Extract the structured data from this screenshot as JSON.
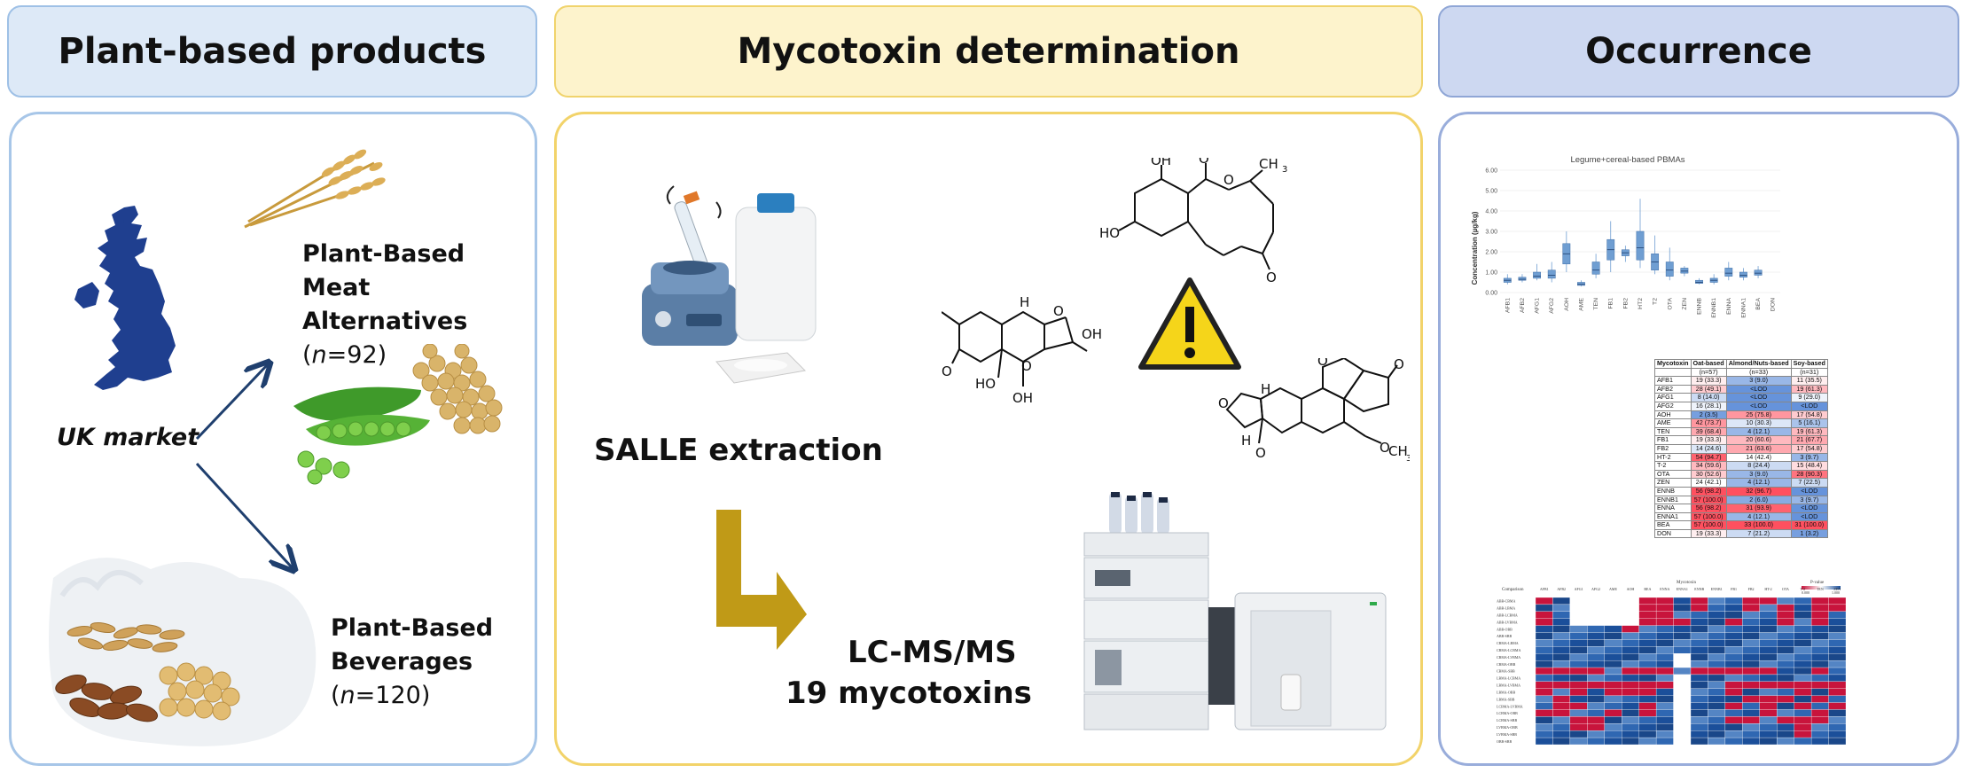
{
  "headers": {
    "products": "Plant-based products",
    "determination": "Mycotoxin determination",
    "occurrence": "Occurrence"
  },
  "products": {
    "market": "UK market",
    "pbma_label": [
      "Plant-Based",
      "Meat",
      "Alternatives"
    ],
    "pbma_n": "=92)",
    "pbb_label": [
      "Plant-Based",
      "Beverages"
    ],
    "pbb_n": "=120)",
    "n_prefix": "(",
    "n_letter": "n"
  },
  "determination": {
    "extraction": "SALLE extraction",
    "method_line1": "LC-MS/MS",
    "method_line2": "19 mycotoxins"
  },
  "colors": {
    "blue_header": "#dde9f7",
    "yellow_header": "#fdf3cc",
    "blue2_header": "#cdd8f1",
    "arrow_blue": "#1f3f6e",
    "arrow_gold": "#c09a17",
    "uk_map": "#1f3f8f",
    "box_blue": "#6f9ed2",
    "heat_red": "#c8143c",
    "heat_blue": "#1b4f9a",
    "warning_yellow": "#f5d51a"
  },
  "chart_data": {
    "type": "box",
    "title": "Legume+cereal-based PBMAs",
    "ylabel": "Concentration (µg/kg)",
    "ylim": [
      0,
      6
    ],
    "yticks": [
      "0.00",
      "1.00",
      "2.00",
      "3.00",
      "4.00",
      "5.00",
      "6.00"
    ],
    "categories": [
      "AFB1",
      "AFB2",
      "AFG1",
      "AFG2",
      "AOH",
      "AME",
      "TEN",
      "FB1",
      "FB2",
      "HT2",
      "T2",
      "OTA",
      "ZEN",
      "ENNB",
      "ENNB1",
      "ENNA",
      "ENNA1",
      "BEA",
      "DON"
    ],
    "series": [
      {
        "min": [
          0.4,
          0.5,
          0.6,
          0.5,
          1.0,
          0.3,
          0.7,
          1.0,
          1.5,
          1.2,
          0.9,
          0.6,
          0.8,
          0.4,
          0.4,
          0.6,
          0.6,
          0.7,
          null
        ],
        "q1": [
          0.5,
          0.6,
          0.7,
          0.7,
          1.4,
          0.35,
          0.9,
          1.6,
          1.8,
          1.6,
          1.1,
          0.8,
          0.95,
          0.45,
          0.5,
          0.8,
          0.75,
          0.85,
          null
        ],
        "median": [
          0.6,
          0.65,
          0.8,
          0.85,
          1.9,
          0.4,
          1.1,
          2.1,
          1.95,
          2.2,
          1.5,
          1.1,
          1.05,
          0.5,
          0.6,
          0.95,
          0.85,
          0.95,
          null
        ],
        "q3": [
          0.7,
          0.75,
          1.0,
          1.1,
          2.4,
          0.5,
          1.5,
          2.6,
          2.1,
          3.0,
          1.9,
          1.5,
          1.2,
          0.6,
          0.7,
          1.2,
          1.0,
          1.1,
          null
        ],
        "max": [
          0.9,
          0.9,
          1.4,
          1.5,
          3.0,
          0.6,
          1.9,
          3.5,
          2.3,
          4.6,
          2.8,
          2.2,
          1.3,
          0.7,
          0.9,
          1.5,
          1.2,
          1.3,
          null
        ]
      }
    ]
  },
  "table": {
    "headers": [
      "Mycotoxin",
      "Oat-based",
      "Almond/Nuts-based",
      "Soy-based"
    ],
    "subheaders": [
      "",
      "(n=57)",
      "(n=33)",
      "(n=31)"
    ],
    "rows": [
      [
        "AFB1",
        "19 (33.3)",
        "3 (9.0)",
        "11 (35.5)"
      ],
      [
        "AFB2",
        "28 (49.1)",
        "<LOD",
        "19 (61.3)"
      ],
      [
        "AFG1",
        "8 (14.0)",
        "<LOD",
        "9 (29.0)"
      ],
      [
        "AFG2",
        "16 (28.1)",
        "<LOD",
        "<LOD"
      ],
      [
        "AOH",
        "2 (3.5)",
        "25 (75.8)",
        "17 (54.8)"
      ],
      [
        "AME",
        "42 (73.7)",
        "10 (30.3)",
        "5 (16.1)"
      ],
      [
        "TEN",
        "39 (68.4)",
        "4 (12.1)",
        "19 (61.3)"
      ],
      [
        "FB1",
        "19 (33.3)",
        "20 (60.6)",
        "21 (67.7)"
      ],
      [
        "FB2",
        "14 (24.6)",
        "21 (63.6)",
        "17 (54.8)"
      ],
      [
        "HT-2",
        "54 (94.7)",
        "14 (42.4)",
        "3 (9.7)"
      ],
      [
        "T-2",
        "34 (59.6)",
        "8 (24.4)",
        "15 (48.4)"
      ],
      [
        "OTA",
        "30 (52.6)",
        "3 (9.0)",
        "28 (90.3)"
      ],
      [
        "ZEN",
        "24 (42.1)",
        "4 (12.1)",
        "7 (22.5)"
      ],
      [
        "ENNB",
        "56 (98.2)",
        "32 (96.7)",
        "<LOD"
      ],
      [
        "ENNB1",
        "57 (100.0)",
        "2 (6.0)",
        "3 (9.7)"
      ],
      [
        "ENNA",
        "56 (98.2)",
        "31 (93.9)",
        "<LOD"
      ],
      [
        "ENNA1",
        "57 (100.0)",
        "4 (12.1)",
        "<LOD"
      ],
      [
        "BEA",
        "57 (100.0)",
        "33 (100.0)",
        "31 (100.0)"
      ],
      [
        "DON",
        "19 (33.3)",
        "7 (21.2)",
        "1 (3.2)"
      ]
    ],
    "cell_levels": [
      [
        0.1,
        -0.6,
        0.1
      ],
      [
        0.3,
        -0.9,
        0.4
      ],
      [
        -0.3,
        -0.9,
        -0.1
      ],
      [
        -0.1,
        -0.9,
        -0.9
      ],
      [
        -0.8,
        0.6,
        0.3
      ],
      [
        0.6,
        -0.2,
        -0.5
      ],
      [
        0.5,
        -0.6,
        0.4
      ],
      [
        0.1,
        0.4,
        0.5
      ],
      [
        -0.2,
        0.5,
        0.3
      ],
      [
        0.9,
        0.0,
        -0.6
      ],
      [
        0.4,
        -0.3,
        0.2
      ],
      [
        0.3,
        -0.6,
        0.8
      ],
      [
        0.0,
        -0.6,
        -0.3
      ],
      [
        1.0,
        1.0,
        -0.9
      ],
      [
        1.0,
        -0.7,
        -0.6
      ],
      [
        1.0,
        0.9,
        -0.9
      ],
      [
        1.0,
        -0.6,
        -0.9
      ],
      [
        1.0,
        1.0,
        1.0
      ],
      [
        0.1,
        -0.3,
        -0.8
      ]
    ]
  },
  "heatmap": {
    "col_title": "Mycotoxin",
    "comparison_label": "Comparison",
    "pvalue_label": "P-value",
    "scale": [
      "0.000",
      "1.000"
    ],
    "columns": [
      "AFB1",
      "AFB2",
      "AFG1",
      "AFG2",
      "AME",
      "AOH",
      "BEA",
      "ENNA",
      "ENNA1",
      "ENNB",
      "ENNB1",
      "FB1",
      "FB2",
      "HT-2",
      "OTA",
      "T-2",
      "TEN",
      "ZEN"
    ],
    "rows": [
      "ABB-CBMA",
      "ABB-LBMA",
      "ABB-LCBMA",
      "ABB-LVBMA",
      "ABB-OBB",
      "ABB-SBB",
      "CBMA-LBMA",
      "CBMA-LCBMA",
      "CBMA-LVBMA",
      "CBMA-OBB",
      "CBMA-SBB",
      "LBMA-LCBMA",
      "LBMA-LVBMA",
      "LBMA-OBB",
      "LBMA-SBB",
      "LCBMA-LVBMA",
      "LCBMA-OBB",
      "LCBMA-SBB",
      "LVBMA-OBB",
      "LVBMA-SBB",
      "OBB-SBB"
    ],
    "matrix": [
      "RBWWWWRRBRBBRRBBRR",
      "BBWWWWRRBRBBRBRBRR",
      "RBWWWWRRBBBBBBRBRB",
      "RBWWWWRRRBBRBBRBRB",
      "BBBBBRBBBBBBBBBBBB",
      "BBBBBBBBBBBBBBBBBB",
      "BBBBBBBBBBBBBBBBBB",
      "BBBBBBBBBBBBBBBBBB",
      "BBBBBBBBWBBBBBBBBB",
      "BBBBBBBBWBBBBBBBBB",
      "RRRRBRRRBRRRRRBBRB",
      "BBBBBBBBWBBBBBBBBB",
      "RRRRRRRRWBBRRRRRRR",
      "RBRBRRRBWBBRBBBRBR",
      "BRBBBBBBWBBBRRRBRB",
      "BRRBBBRBWBBRBRBRBR",
      "RRBBRBRBWBBBBRBBRB",
      "BBRRBBBBWBBRRBRRRB",
      "BBRRBBBBWBBBBBBRBB",
      "BBBBBBBBWBBBBBBRBB",
      "BBBBBBBBWBBBBBBBBB"
    ]
  }
}
